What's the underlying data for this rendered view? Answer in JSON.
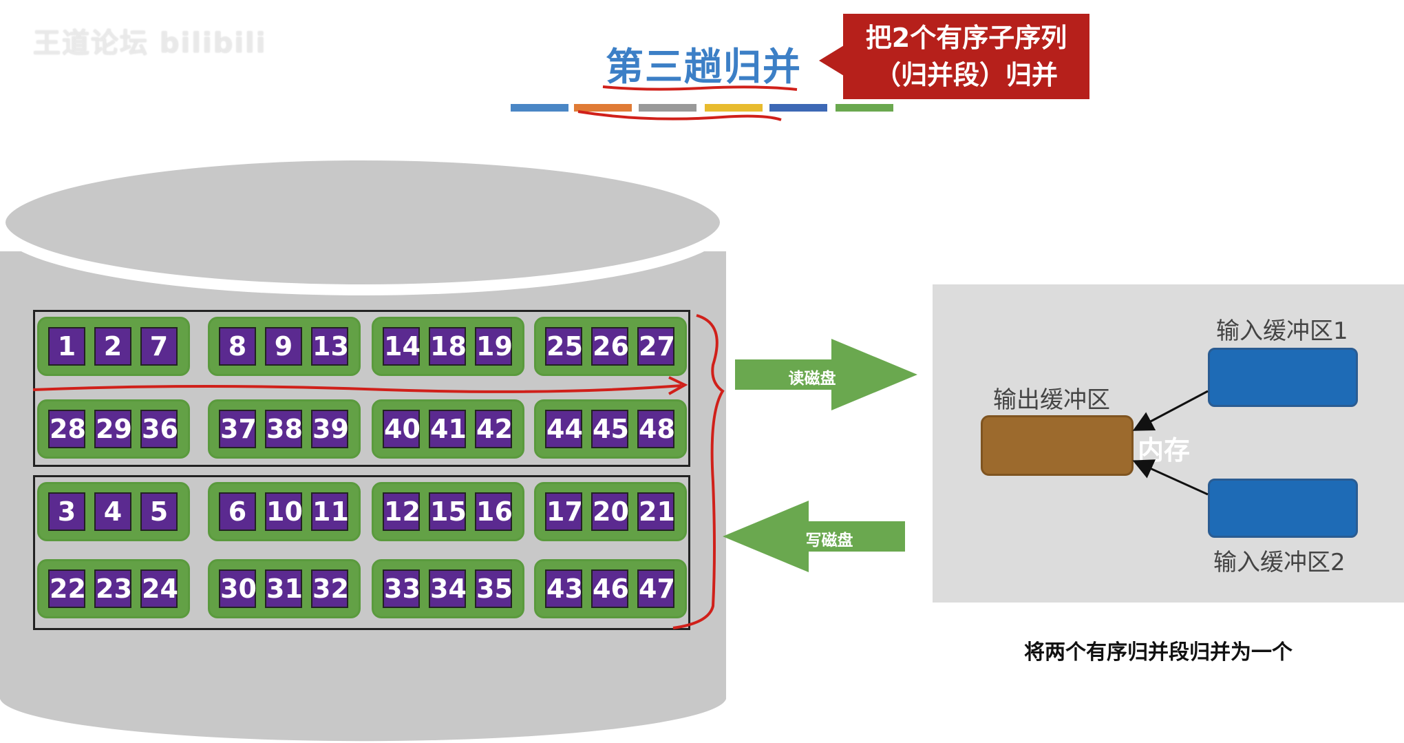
{
  "watermark": "王道论坛 bilibili",
  "title": "第三趟归并",
  "callout": {
    "line1": "把2个有序子序列",
    "line2": "（归并段）归并"
  },
  "progress_colors": [
    "#4a86c5",
    "#e07b35",
    "#999999",
    "#e8bb2e",
    "#3d68b5",
    "#6aa84f"
  ],
  "runs": [
    [
      "1",
      "2",
      "7"
    ],
    [
      "8",
      "9",
      "13"
    ],
    [
      "14",
      "18",
      "19"
    ],
    [
      "25",
      "26",
      "27"
    ],
    [
      "28",
      "29",
      "36"
    ],
    [
      "37",
      "38",
      "39"
    ],
    [
      "40",
      "41",
      "42"
    ],
    [
      "44",
      "45",
      "48"
    ],
    [
      "3",
      "4",
      "5"
    ],
    [
      "6",
      "10",
      "11"
    ],
    [
      "12",
      "15",
      "16"
    ],
    [
      "17",
      "20",
      "21"
    ],
    [
      "22",
      "23",
      "24"
    ],
    [
      "30",
      "31",
      "32"
    ],
    [
      "33",
      "34",
      "35"
    ],
    [
      "43",
      "46",
      "47"
    ]
  ],
  "arrows": {
    "read": "读磁盘",
    "write": "写磁盘"
  },
  "memory": {
    "label": "内存",
    "input1": "输入缓冲区1",
    "input2": "输入缓冲区2",
    "output": "输出缓冲区"
  },
  "caption": "将两个有序归并段归并为一个",
  "colors": {
    "disk": "#c8c8c8",
    "run_box": "#63a146",
    "cell": "#5b2a90",
    "arrow": "#6aa84f",
    "input_buffer": "#1e6bb6",
    "output_buffer": "#9c6a2d",
    "annotation": "#d0201a"
  }
}
